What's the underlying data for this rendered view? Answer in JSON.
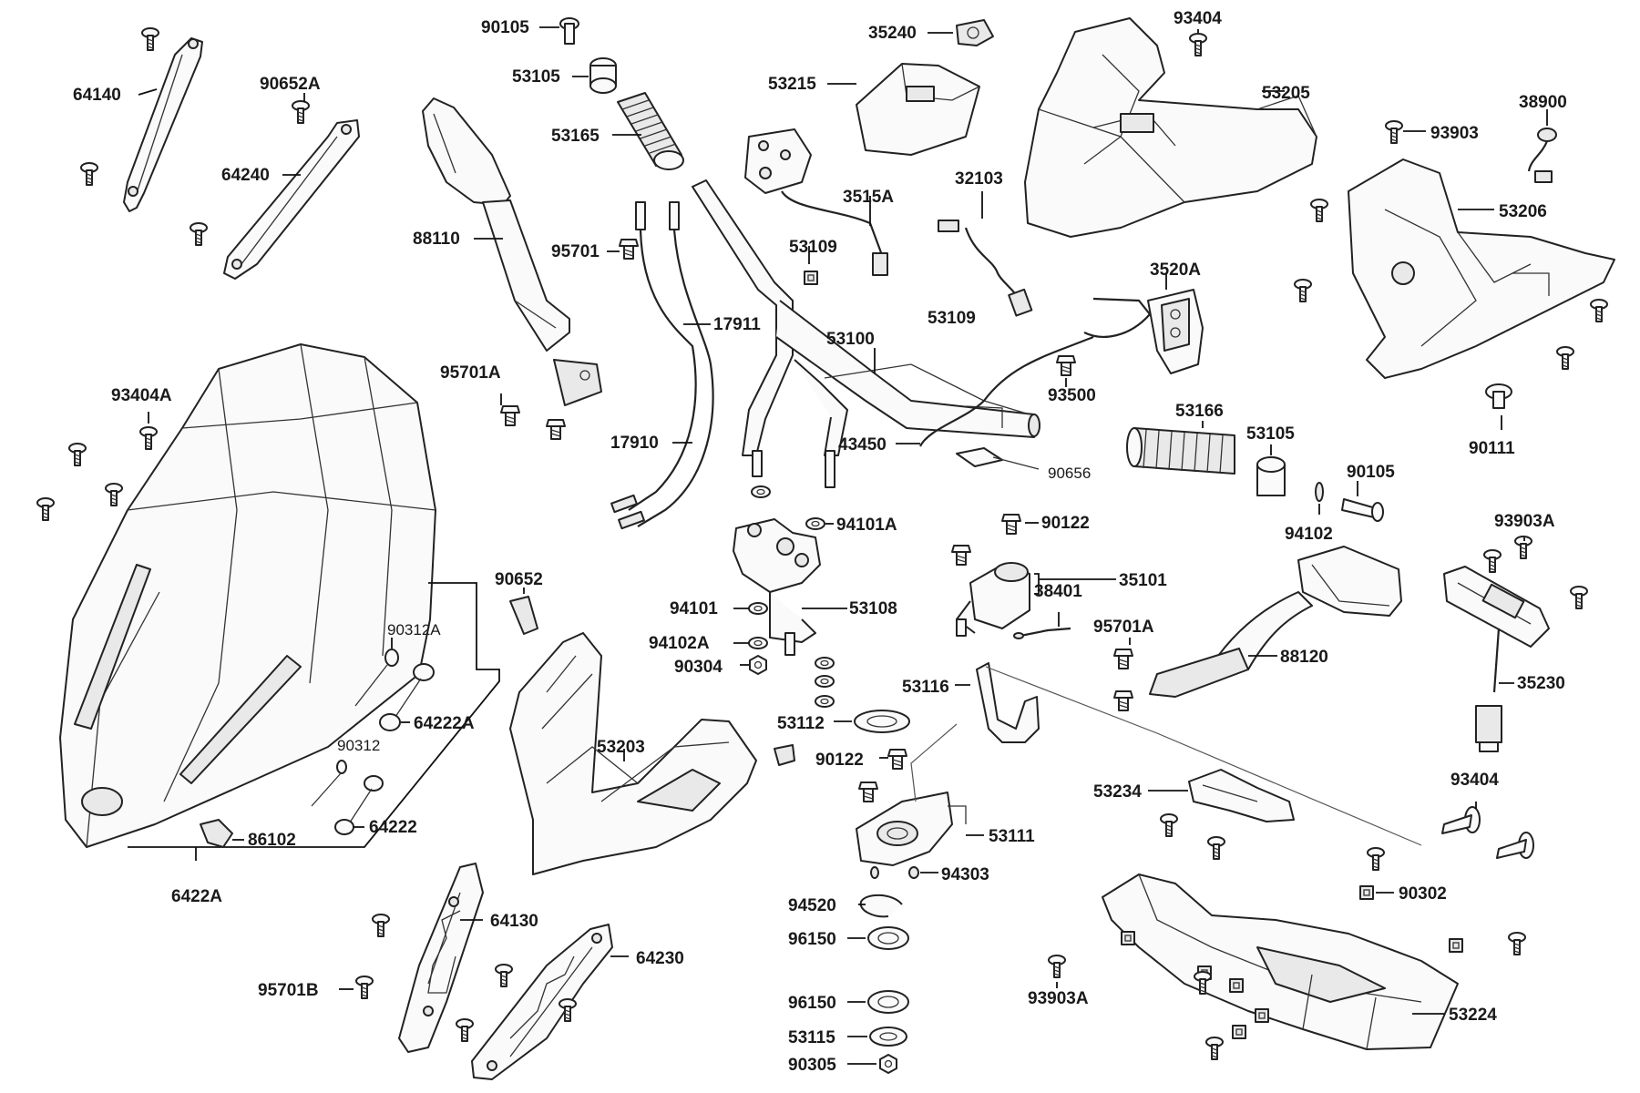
{
  "diagram": {
    "labels": {
      "p90105_top": "90105",
      "p53105_top": "53105",
      "p53165": "53165",
      "p64140": "64140",
      "p90652A": "90652A",
      "p64240": "64240",
      "p88110": "88110",
      "p95701": "95701",
      "p17911": "17911",
      "p95701A_left": "95701A",
      "p17910": "17910",
      "p93404A": "93404A",
      "p35240": "35240",
      "p53215": "53215",
      "p3515A": "3515A",
      "p53109_a": "53109",
      "p32103": "32103",
      "p53109_b": "53109",
      "p53100": "53100",
      "p93500": "93500",
      "p43450": "43450",
      "p90656": "90656",
      "p93404_top": "93404",
      "p53205": "53205",
      "p38900": "38900",
      "p93903": "93903",
      "p53206": "53206",
      "p3520A": "3520A",
      "p53166": "53166",
      "p53105_right": "53105",
      "p90105_right": "90105",
      "p94102": "94102",
      "p90111": "90111",
      "p94101A": "94101A",
      "p90122_a": "90122",
      "p35101": "35101",
      "p38401": "38401",
      "p95701A_right": "95701A",
      "p88120": "88120",
      "p93903A_right": "93903A",
      "p35230": "35230",
      "p90652": "90652",
      "p94101": "94101",
      "p53108": "53108",
      "p94102A": "94102A",
      "p90304": "90304",
      "p53116": "53116",
      "p53112": "53112",
      "p53203": "53203",
      "p90122_b": "90122",
      "p53111": "53111",
      "p94303": "94303",
      "p53234": "53234",
      "p93404_right": "93404",
      "p90302": "90302",
      "p90312A": "90312A",
      "p64222A": "64222A",
      "p90312": "90312",
      "p64222": "64222",
      "p86102": "86102",
      "p6422A": "6422A",
      "p64130": "64130",
      "p64230": "64230",
      "p95701B": "95701B",
      "p94520": "94520",
      "p96150_a": "96150",
      "p96150_b": "96150",
      "p53115": "53115",
      "p90305": "90305",
      "p93903A_bottom": "93903A",
      "p53224": "53224"
    }
  }
}
